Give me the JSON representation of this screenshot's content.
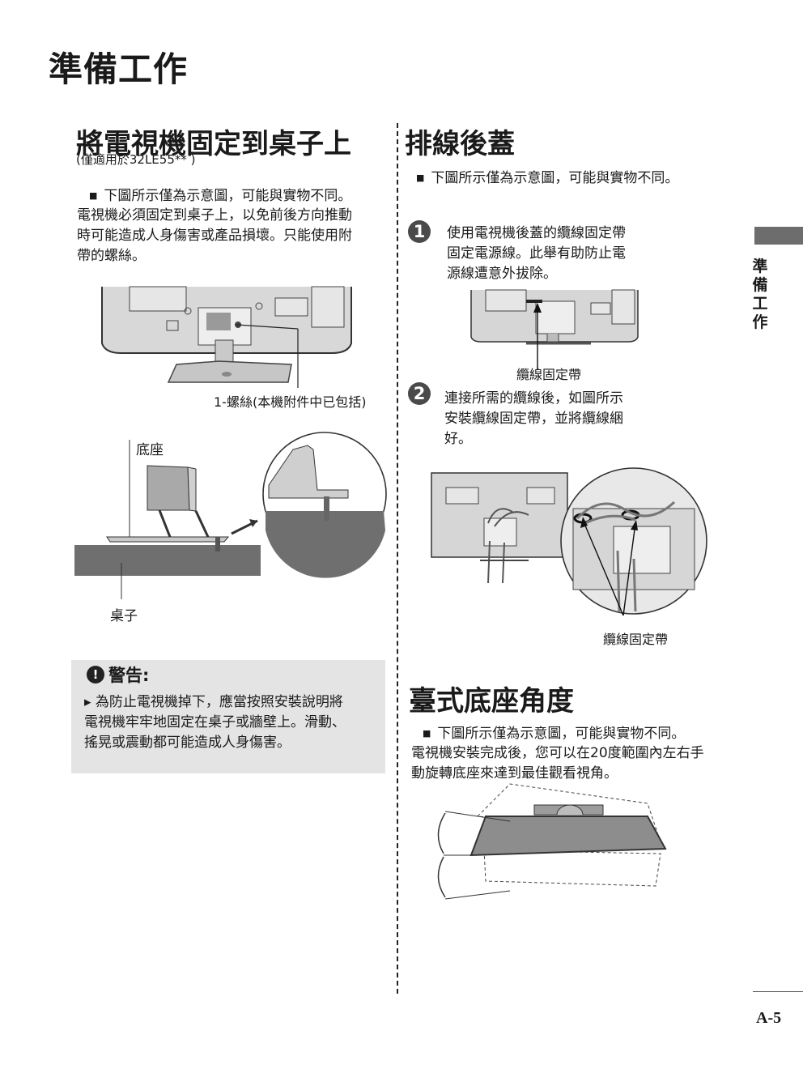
{
  "page_title": "準備工作",
  "side_tab": "準備工作",
  "left": {
    "section_title": "將電視機固定到桌子上",
    "section_subtitle": "(僅適用於32LE55** )",
    "note": "下圖所示僅為示意圖，可能與實物不同。",
    "paragraph_lines": [
      "電視機必須固定到桌子上，以免前後方向推動",
      "時可能造成人身傷害或產品損壞。只能使用附",
      "帶的螺絲。"
    ],
    "screw_label": "1-螺絲(本機附件中已包括)",
    "base_label": "底座",
    "desk_label": "桌子",
    "warning": {
      "title": "警告:",
      "lines": [
        "▸ 為防止電視機掉下，應當按照安裝說明將",
        "電視機牢牢地固定在桌子或牆壁上。滑動、",
        "搖晃或震動都可能造成人身傷害。"
      ]
    }
  },
  "right": {
    "section_title": "排線後蓋",
    "note": "下圖所示僅為示意圖，可能與實物不同。",
    "step1": {
      "number": "1",
      "lines": [
        "使用電視機後蓋的纜線固定帶",
        "固定電源線。此舉有助防止電",
        "源線遭意外拔除。"
      ]
    },
    "clip_label_1": "纜線固定帶",
    "step2": {
      "number": "2",
      "lines": [
        "連接所需的纜線後，如圖所示",
        "安裝纜線固定帶，並將纜線綑",
        "好。"
      ]
    },
    "clip_label_2": "纜線固定帶",
    "swivel_title": "臺式底座角度",
    "swivel_note": "下圖所示僅為示意圖，可能與實物不同。",
    "swivel_lines": [
      "電視機安裝完成後，您可以在20度範圍內左右手",
      "動旋轉底座來達到最佳觀看視角。"
    ]
  },
  "page_number": "A-5"
}
